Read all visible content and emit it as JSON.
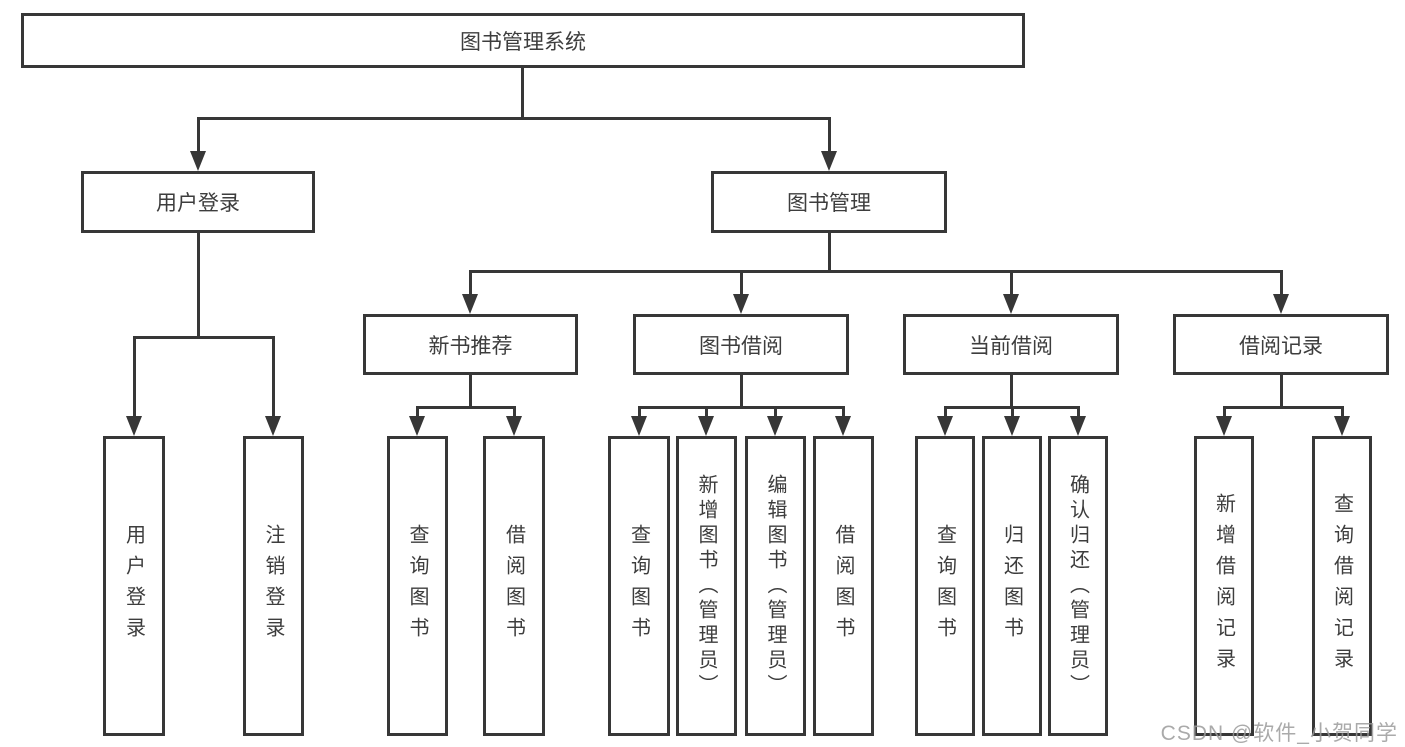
{
  "diagram": {
    "root": {
      "label": "图书管理系统"
    },
    "user_branch": {
      "label": "用户登录",
      "children": {
        "login": {
          "label": "用户登录"
        },
        "logout": {
          "label": "注销登录"
        }
      }
    },
    "book_branch": {
      "label": "图书管理",
      "sections": {
        "new_book": {
          "label": "新书推荐",
          "children": {
            "query_book": {
              "label": "查询图书"
            },
            "borrow_book": {
              "label": "借阅图书"
            }
          }
        },
        "book_borrow": {
          "label": "图书借阅",
          "children": {
            "query_book": {
              "label": "查询图书"
            },
            "add_book": {
              "label": "新增图书（管理员）"
            },
            "edit_book": {
              "label": "编辑图书（管理员）"
            },
            "borrow_book": {
              "label": "借阅图书"
            }
          }
        },
        "current_borrow": {
          "label": "当前借阅",
          "children": {
            "query_book": {
              "label": "查询图书"
            },
            "return_book": {
              "label": "归还图书"
            },
            "confirm_return": {
              "label": "确认归还（管理员）"
            }
          }
        },
        "borrow_record": {
          "label": "借阅记录",
          "children": {
            "add_record": {
              "label": "新增借阅记录"
            },
            "query_record": {
              "label": "查询借阅记录"
            }
          }
        }
      }
    }
  },
  "watermark": {
    "text": "CSDN @软件_小贺同学"
  },
  "colors": {
    "line": "#373737",
    "box_border": "#373737",
    "text": "#3d3d3d",
    "background": "#ffffff",
    "watermark": "#9b9b9b"
  }
}
